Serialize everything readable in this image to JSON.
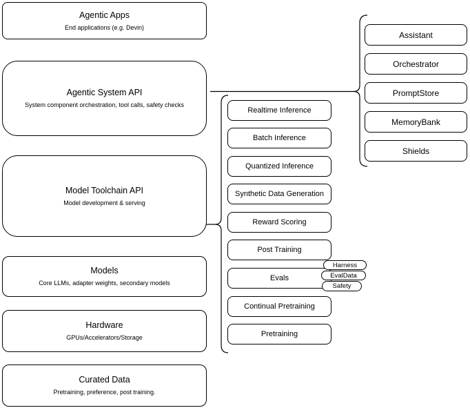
{
  "diagram": {
    "colors": {
      "stroke": "#000000",
      "background": "#ffffff",
      "shape_fill": "#ffffff"
    },
    "left_column": [
      {
        "title": "Agentic Apps",
        "subtitle": "End applications (e.g. Devin)"
      },
      {
        "title": "Agentic System API",
        "subtitle": "System component orchestration, tool calls, safety checks"
      },
      {
        "title": "Model Toolchain API",
        "subtitle": "Model development & serving"
      },
      {
        "title": "Models",
        "subtitle": "Core LLMs, adapter weights, secondary models"
      },
      {
        "title": "Hardware",
        "subtitle": "GPUs/Accelerators/Storage"
      },
      {
        "title": "Curated Data",
        "subtitle": "Pretraining, preference, post training."
      }
    ],
    "toolchain_items": [
      {
        "label": "Realtime Inference"
      },
      {
        "label": "Batch Inference"
      },
      {
        "label": "Quantized Inference"
      },
      {
        "label": "Synthetic Data Generation"
      },
      {
        "label": "Reward Scoring"
      },
      {
        "label": "Post Training"
      },
      {
        "label": "Evals"
      },
      {
        "label": "Continual Pretraining"
      },
      {
        "label": "Pretraining"
      }
    ],
    "eval_tags": [
      {
        "label": "Harness"
      },
      {
        "label": "EvalData"
      },
      {
        "label": "Safety"
      }
    ],
    "system_components": [
      {
        "label": "Assistant"
      },
      {
        "label": "Orchestrator"
      },
      {
        "label": "PromptStore"
      },
      {
        "label": "MemoryBank"
      },
      {
        "label": "Shields"
      }
    ]
  }
}
